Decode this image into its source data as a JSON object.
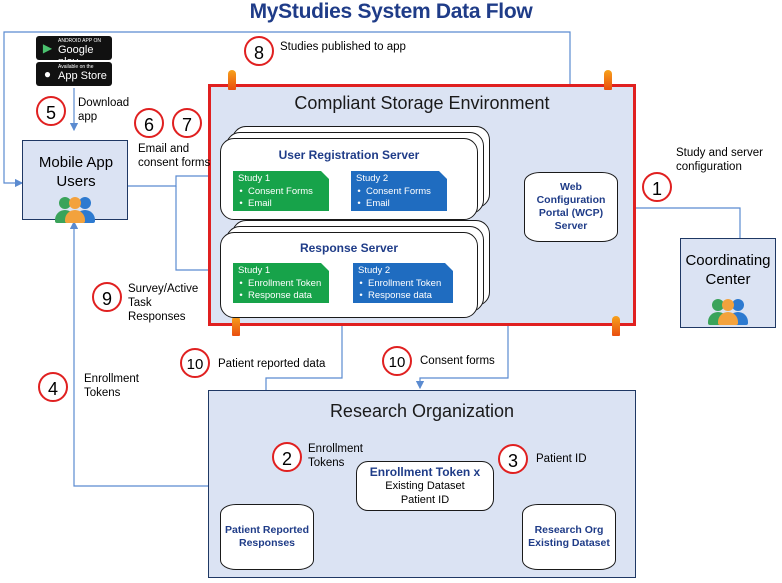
{
  "title": "MyStudies System Data Flow",
  "regions": {
    "cse": "Compliant Storage Environment",
    "ro": "Research Organization"
  },
  "actors": {
    "mobile": "Mobile App Users",
    "coordinating": "Coordinating Center"
  },
  "stores": {
    "google_small": "ANDROID APP ON",
    "google_big": "Google play",
    "apple_small": "Available on the",
    "apple_big": "App Store"
  },
  "servers": {
    "user_reg": {
      "title": "User Registration Server",
      "study1": {
        "name": "Study 1",
        "items": [
          "Consent Forms",
          "Email"
        ]
      },
      "study2": {
        "name": "Study 2",
        "items": [
          "Consent Forms",
          "Email"
        ]
      }
    },
    "response": {
      "title": "Response Server",
      "study1": {
        "name": "Study 1",
        "items": [
          "Enrollment Token",
          "Response data"
        ]
      },
      "study2": {
        "name": "Study 2",
        "items": [
          "Enrollment Token",
          "Response data"
        ]
      }
    },
    "wcp": "Web Configuration Portal (WCP) Server"
  },
  "datastores": {
    "prr": "Patient Reported Responses",
    "ro_existing": "Research Org Existing Dataset"
  },
  "token": {
    "title": "Enrollment Token x",
    "line1": "Existing Dataset",
    "line2": "Patient ID"
  },
  "steps": [
    {
      "n": "1",
      "label": "Study and server configuration"
    },
    {
      "n": "2",
      "label": "Enrollment Tokens"
    },
    {
      "n": "3",
      "label": "Patient ID"
    },
    {
      "n": "4",
      "label": "Enrollment Tokens"
    },
    {
      "n": "5",
      "label": "Download app"
    },
    {
      "n": "6",
      "label": "Email and consent forms"
    },
    {
      "n": "7",
      "label": ""
    },
    {
      "n": "8",
      "label": "Studies published to app"
    },
    {
      "n": "9",
      "label": "Survey/Active Task Responses"
    },
    {
      "n": "10",
      "label": "Patient reported data"
    },
    {
      "n": "10",
      "label": "Consent forms"
    }
  ],
  "colors": {
    "title": "#1f3c88",
    "region_fill": "#dbe3f3",
    "cse_border": "#e02020",
    "arrow": "#5b8bd0",
    "study_green": "#17a34a",
    "study_blue": "#1f6cc0"
  }
}
